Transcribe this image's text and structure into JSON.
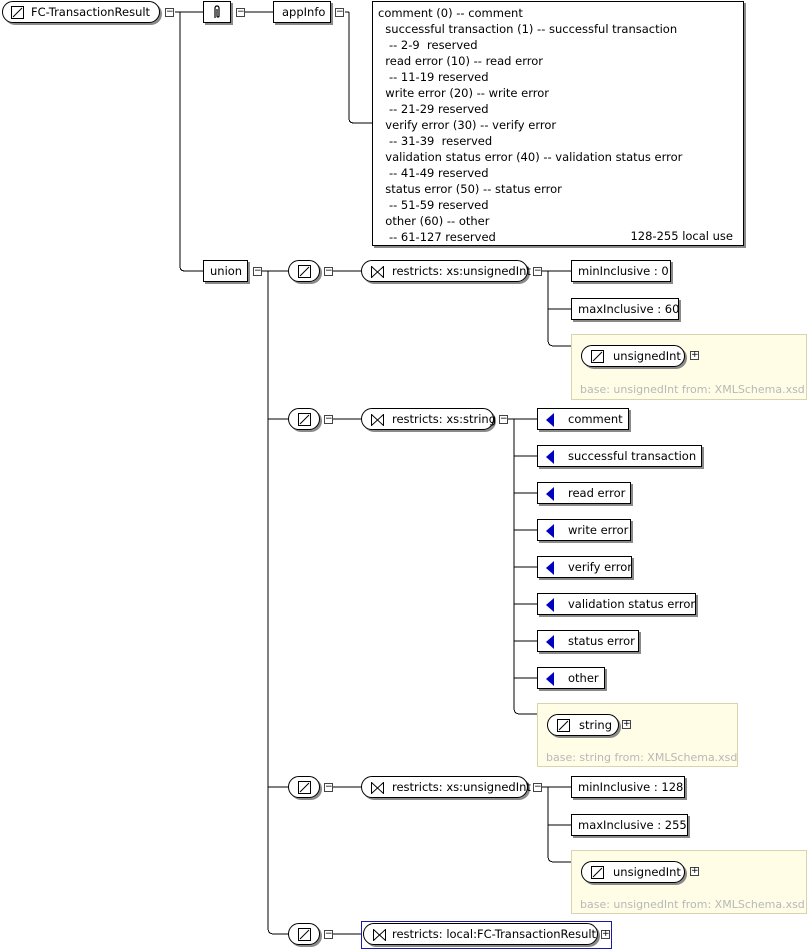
{
  "root": {
    "name": "FC-TransactionResult"
  },
  "annotation": {
    "label": "appInfo"
  },
  "doc_lines": [
    "comment (0) -- comment",
    "  successful transaction (1) -- successful transaction",
    "   -- 2-9  reserved",
    "  read error (10) -- read error",
    "   -- 11-19 reserved",
    "  write error (20) -- write error",
    "   -- 21-29 reserved",
    "  verify error (30) -- verify error",
    "   -- 31-39  reserved",
    "  validation status error (40) -- validation status error",
    "   -- 41-49 reserved",
    "  status error (50) -- status error",
    "   -- 51-59 reserved",
    "  other (60) -- other",
    "   -- 61-127 reserved"
  ],
  "doc_right": "128-255 local use",
  "union": {
    "label": "union"
  },
  "branch1": {
    "restricts": "restricts: xs:unsignedInt",
    "facet_min": "minInclusive : 0",
    "facet_max": "maxInclusive : 60",
    "type_name": "unsignedInt",
    "base": "base: unsignedInt from: XMLSchema.xsd"
  },
  "branch2": {
    "restricts": "restricts: xs:string",
    "enums": [
      "comment",
      "successful transaction",
      "read error",
      "write error",
      "verify error",
      "validation status error",
      "status error",
      "other"
    ],
    "type_name": "string",
    "base": "base: string from: XMLSchema.xsd"
  },
  "branch3": {
    "restricts": "restricts: xs:unsignedInt",
    "facet_min": "minInclusive : 128",
    "facet_max": "maxInclusive : 255",
    "type_name": "unsignedInt",
    "base": "base: unsignedInt from: XMLSchema.xsd"
  },
  "branch4": {
    "restricts": "restricts: local:FC-TransactionResult"
  },
  "colors": {
    "enum_icon": "#0000c0",
    "base_text": "#b8b8b8",
    "detail_bg": "#fffde6",
    "highlight": "#1a1aa6"
  }
}
